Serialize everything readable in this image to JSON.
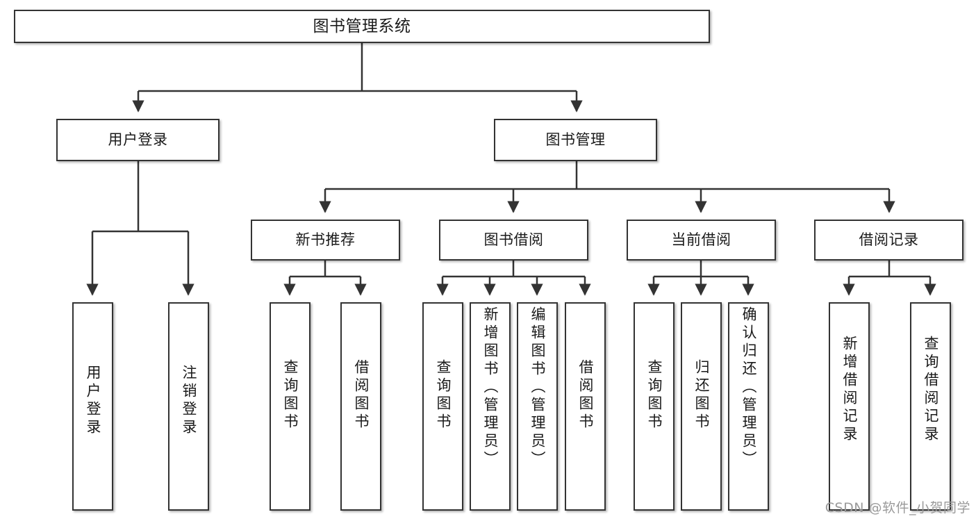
{
  "diagram": {
    "type": "tree-hierarchy",
    "title": "图书管理系统",
    "watermark": "CSDN @软件_小贺同学",
    "colors": {
      "box_border": "#333333",
      "box_fill": "#ffffff",
      "edge": "#333333",
      "text": "#1a1a1a",
      "watermark": "#9a9a9a"
    },
    "levels": {
      "root": {
        "label": "图书管理系统"
      },
      "level2": [
        {
          "label": "用户登录"
        },
        {
          "label": "图书管理"
        }
      ],
      "level3": [
        {
          "label": "新书推荐"
        },
        {
          "label": "图书借阅"
        },
        {
          "label": "当前借阅"
        },
        {
          "label": "借阅记录"
        }
      ],
      "leaves": {
        "user_login": [
          {
            "label": "用户登录"
          },
          {
            "label": "注销登录"
          }
        ],
        "new_book_recommend": [
          {
            "label": "查询图书"
          },
          {
            "label": "借阅图书"
          }
        ],
        "book_borrow": [
          {
            "label": "查询图书"
          },
          {
            "label": "新增图书（管理员）"
          },
          {
            "label": "编辑图书（管理员）"
          },
          {
            "label": "借阅图书"
          }
        ],
        "current_borrow": [
          {
            "label": "查询图书"
          },
          {
            "label": "归还图书"
          },
          {
            "label": "确认归还（管理员）"
          }
        ],
        "borrow_record": [
          {
            "label": "新增借阅记录"
          },
          {
            "label": "查询借阅记录"
          }
        ]
      }
    }
  }
}
